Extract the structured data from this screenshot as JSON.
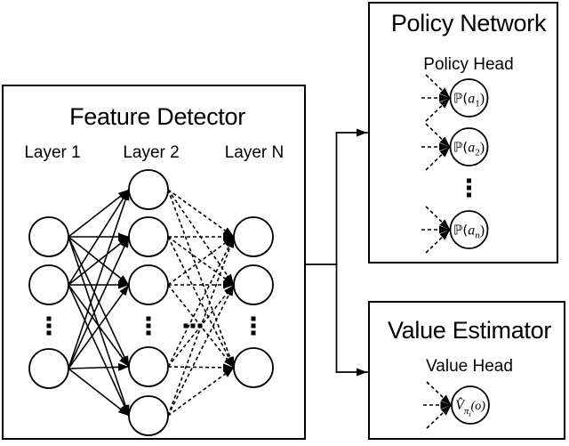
{
  "diagram": {
    "feature_detector": {
      "title": "Feature Detector",
      "layers": [
        {
          "label": "Layer 1"
        },
        {
          "label": "Layer 2"
        },
        {
          "label": "Layer N"
        }
      ]
    },
    "policy_network": {
      "title": "Policy Network",
      "head_label": "Policy Head",
      "nodes": [
        {
          "pre": "ℙ(",
          "var": "a",
          "sub": "1",
          "post": ")"
        },
        {
          "pre": "ℙ(",
          "var": "a",
          "sub": "2",
          "post": ")"
        },
        {
          "pre": "ℙ(",
          "var": "a",
          "sub": "n",
          "post": ")"
        }
      ]
    },
    "value_estimator": {
      "title": "Value Estimator",
      "head_label": "Value Head",
      "node": {
        "main": "V̂",
        "sub": "π",
        "subsub": "i",
        "post": "(o)"
      }
    },
    "colors": {
      "ink": "#000000",
      "background": "#ffffff"
    }
  }
}
